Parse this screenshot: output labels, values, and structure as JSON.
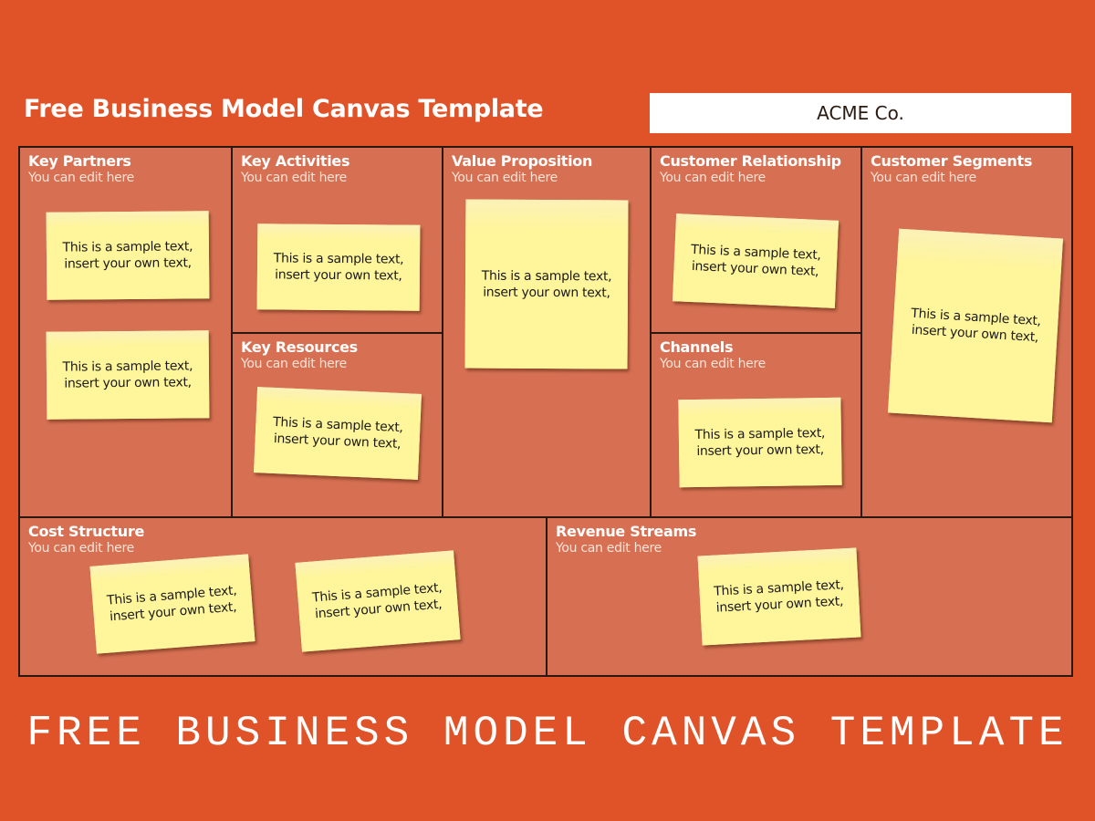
{
  "header": {
    "title": "Free Business Model Canvas Template",
    "company": "ACME Co."
  },
  "colors": {
    "background": "#E05328",
    "cell": "#D77052",
    "sticky_note": "#FFF59A",
    "border": "#2a1810"
  },
  "sections": {
    "key_partners": {
      "title": "Key Partners",
      "subtitle": "You can edit here"
    },
    "key_activities": {
      "title": "Key Activities",
      "subtitle": "You can edit here"
    },
    "key_resources": {
      "title": "Key Resources",
      "subtitle": "You can edit here"
    },
    "value_proposition": {
      "title": "Value Proposition",
      "subtitle": "You can edit here"
    },
    "customer_relationship": {
      "title": "Customer Relationship",
      "subtitle": "You can edit here"
    },
    "channels": {
      "title": "Channels",
      "subtitle": "You can edit here"
    },
    "customer_segments": {
      "title": "Customer Segments",
      "subtitle": "You can edit here"
    },
    "cost_structure": {
      "title": "Cost Structure",
      "subtitle": "You can edit here"
    },
    "revenue_streams": {
      "title": "Revenue Streams",
      "subtitle": "You can edit here"
    }
  },
  "notes": {
    "kp1": {
      "line1": "This is a sample text,",
      "line2": "insert your own text,"
    },
    "kp2": {
      "line1": "This is a sample text,",
      "line2": "insert your own text,"
    },
    "ka1": {
      "line1": "This is a sample text,",
      "line2": "insert your own text,"
    },
    "kr1": {
      "line1": "This is a sample text,",
      "line2": "insert your own text,"
    },
    "vp1": {
      "line1": "This is a sample text,",
      "line2": "insert your own text,"
    },
    "cr1": {
      "line1": "This is a sample text,",
      "line2": "insert your own text,"
    },
    "ch1": {
      "line1": "This is a sample text,",
      "line2": "insert your own text,"
    },
    "cs1": {
      "line1": "This is a sample text,",
      "line2": "insert your own text,"
    },
    "cost1": {
      "line1": "This is a sample text,",
      "line2": "insert your own text,"
    },
    "cost2": {
      "line1": "This is a sample text,",
      "line2": "insert your own text,"
    },
    "rev1": {
      "line1": "This is a sample text,",
      "line2": "insert your own text,"
    }
  },
  "footer": {
    "caption": "FREE BUSINESS MODEL CANVAS TEMPLATE"
  }
}
